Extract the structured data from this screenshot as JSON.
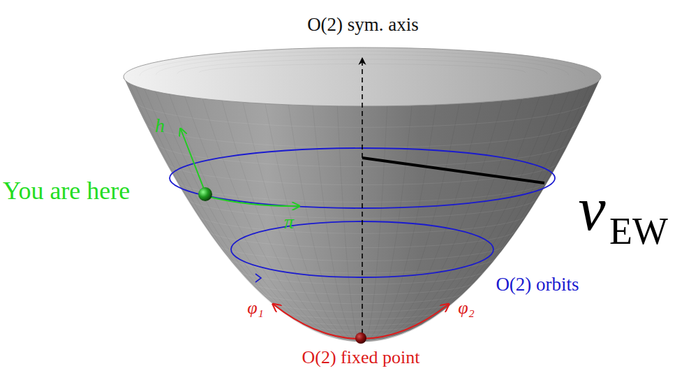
{
  "diagram": {
    "labels": [
      "O(2) sym. axis",
      "You are here",
      "h",
      "π",
      "v",
      "EW",
      "O(2) orbits",
      "φ₁",
      "φ₂",
      "O(2) fixed point"
    ]
  }
}
